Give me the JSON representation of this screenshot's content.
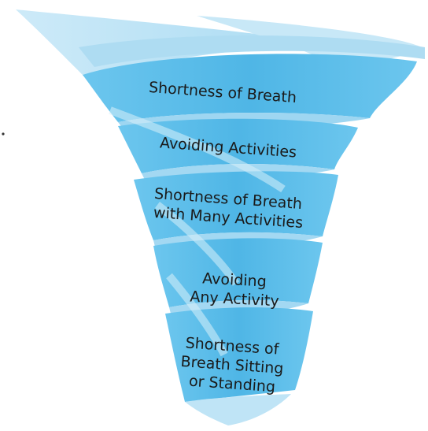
{
  "diagram": {
    "type": "spiral-funnel",
    "stages": [
      {
        "lines": [
          "Shortness of Breath"
        ]
      },
      {
        "lines": [
          "Avoiding Activities"
        ]
      },
      {
        "lines": [
          "Shortness of Breath",
          "with Many Activities"
        ]
      },
      {
        "lines": [
          "Avoiding",
          "Any Activity"
        ]
      },
      {
        "lines": [
          "Shortness of",
          "Breath Sitting",
          "or Standing"
        ]
      }
    ],
    "colors": {
      "ribbon_front": "#5cbce8",
      "ribbon_front_dark": "#3ea8de",
      "ribbon_back": "#bfe4f6",
      "ribbon_mid": "#8fd0ef",
      "text": "#1a1a1a"
    }
  }
}
